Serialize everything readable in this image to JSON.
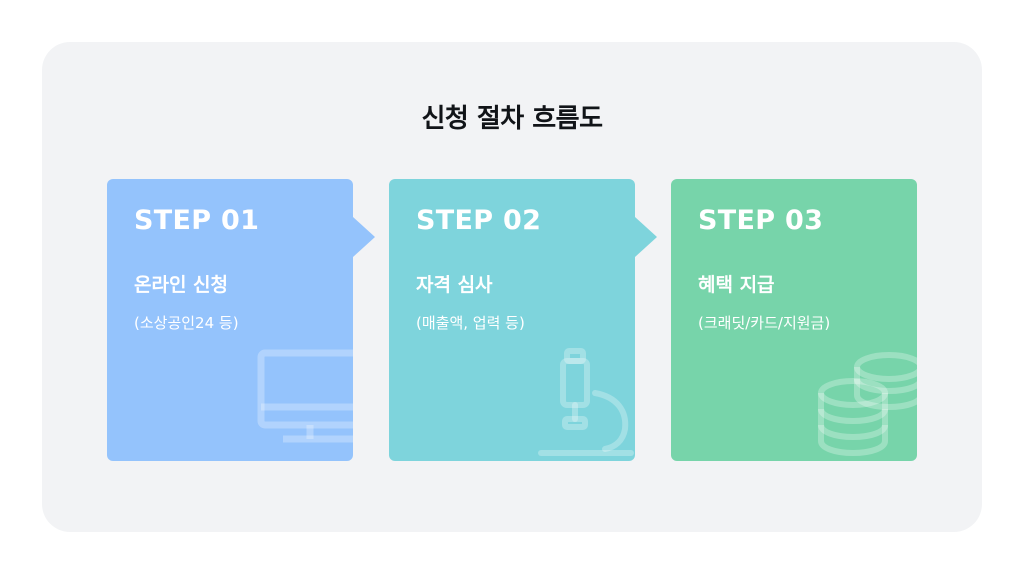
{
  "diagram": {
    "title": "신청 절차 흐름도",
    "steps": [
      {
        "step_label": "STEP 01",
        "name": "온라인 신청",
        "description": "(소상공인24 등)",
        "icon": "monitor-icon",
        "color": "#94c3fc"
      },
      {
        "step_label": "STEP 02",
        "name": "자격 심사",
        "description": "(매출액, 업력 등)",
        "icon": "microscope-icon",
        "color": "#7ed4dc"
      },
      {
        "step_label": "STEP 03",
        "name": "혜택 지급",
        "description": "(크래딧/카드/지원금)",
        "icon": "coins-icon",
        "color": "#77d4aa"
      }
    ]
  }
}
